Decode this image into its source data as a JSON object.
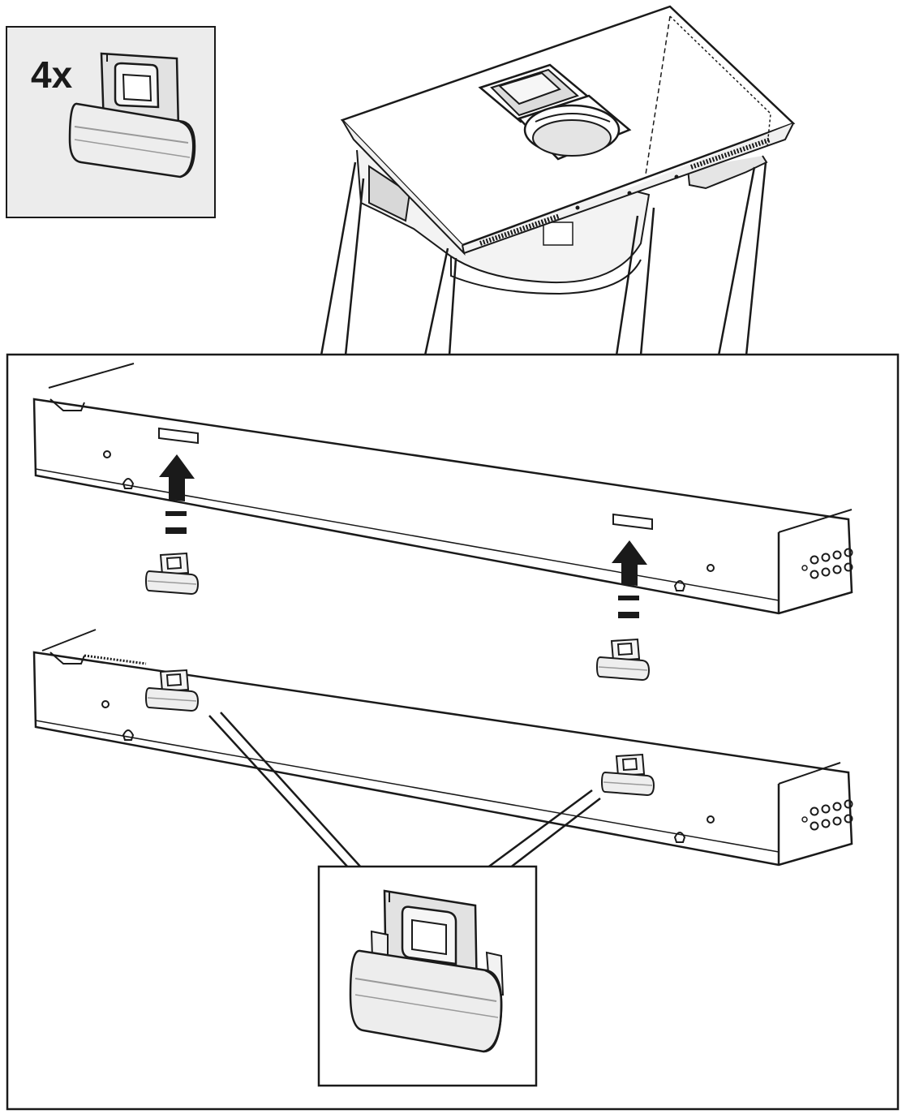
{
  "callout": {
    "quantity_label": "4x",
    "part_icon": "clip-icon"
  },
  "colors": {
    "line": "#1a1a1a",
    "callout_bg": "#ececec",
    "part_fill": "#eeeeee",
    "part_shade": "#d4d4d4",
    "arrow": "#1a1a1a",
    "panel_bg": "#ffffff"
  },
  "icons": [
    "clip-icon",
    "up-arrow-icon",
    "cooktop-hood-icon",
    "mounting-rail-icon"
  ],
  "steps": [
    {
      "name": "insert-clips",
      "clips": 2,
      "direction": "up"
    },
    {
      "name": "clips-attached",
      "clips": 2
    }
  ]
}
